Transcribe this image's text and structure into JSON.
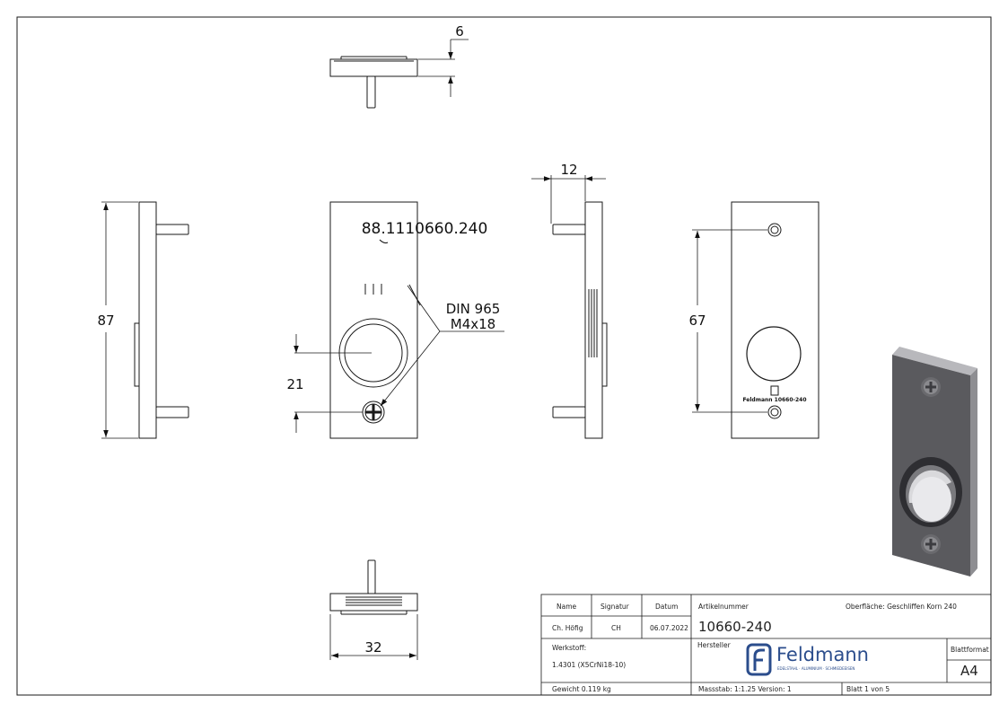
{
  "drawing": {
    "dims": {
      "top_thickness": "6",
      "side_offset": "12",
      "height_total": "87",
      "hole_spacing": "67",
      "button_offset": "21",
      "width": "32"
    },
    "engraving": "88.1110660.240",
    "screw_note_line1": "DIN 965",
    "screw_note_line2": "M4x18",
    "plate_marking": "Feldmann 10660-240"
  },
  "title_block": {
    "name_label": "Name",
    "signatur_label": "Signatur",
    "datum_label": "Datum",
    "artikel_label": "Artikelnummer",
    "oberflaeche": "Oberfläche:  Geschliffen Korn 240",
    "name_value": "Ch. Höfig",
    "signatur_value": "CH",
    "datum_value": "06.07.2022",
    "artikel_value": "10660-240",
    "werkstoff_label": "Werkstoff:",
    "werkstoff_value": "1.4301 (X5CrNi18-10)",
    "hersteller_label": "Hersteller",
    "logo_text": "Feldmann",
    "logo_tagline": "EDELSTAHL · ALUMINIUM · SCHMIEDEEISEN",
    "blattformat_label": "Blattformat",
    "blattformat_value": "A4",
    "gewicht": "Gewicht 0.119 kg",
    "massstab": "Massstab: 1:1.25   Version: 1",
    "blatt": "Blatt 1 von 5"
  },
  "colors": {
    "line": "#1a1a1a",
    "plate_face": "#5a5a5e",
    "plate_edge": "#8e8e92",
    "plate_top": "#b8b8bc",
    "logo_blue": "#2b4d8c"
  }
}
